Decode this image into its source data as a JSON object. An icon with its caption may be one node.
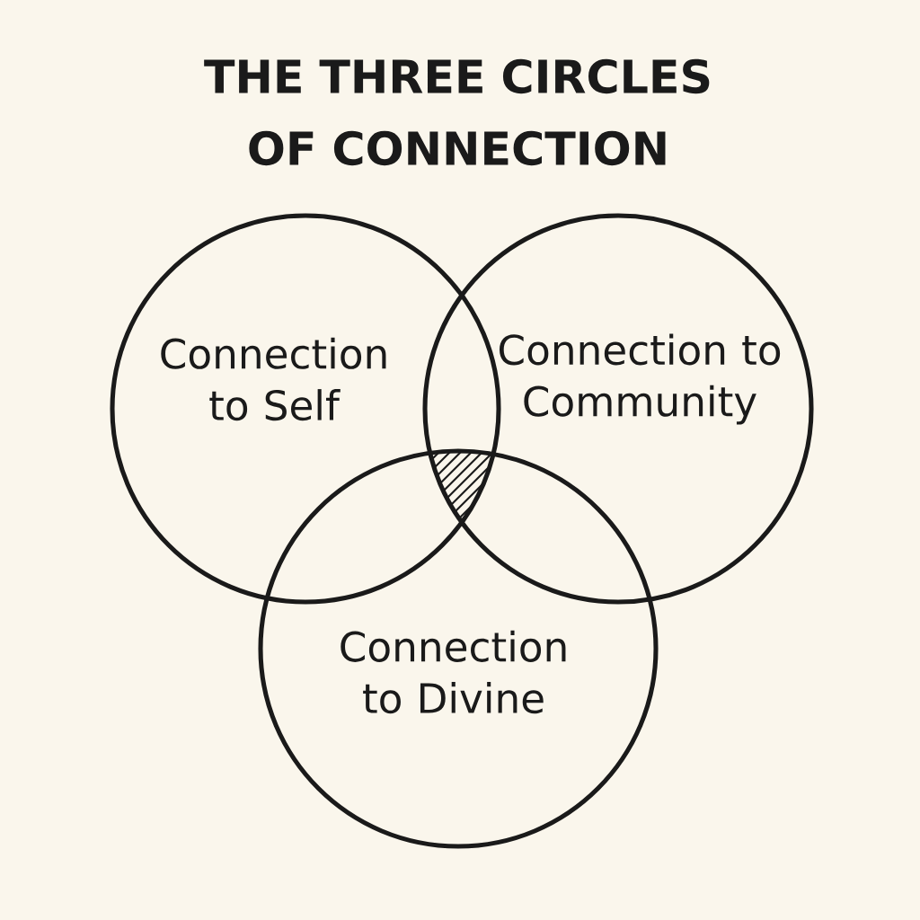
{
  "diagram": {
    "title": "THE THREE CIRCLES OF CONNECTION",
    "nodes": [
      {
        "text": [
          "Connection to Self"
        ]
      },
      {
        "text": [
          "Connection to Community"
        ]
      },
      {
        "text": [
          "Connection to Divine"
        ]
      }
    ]
  }
}
